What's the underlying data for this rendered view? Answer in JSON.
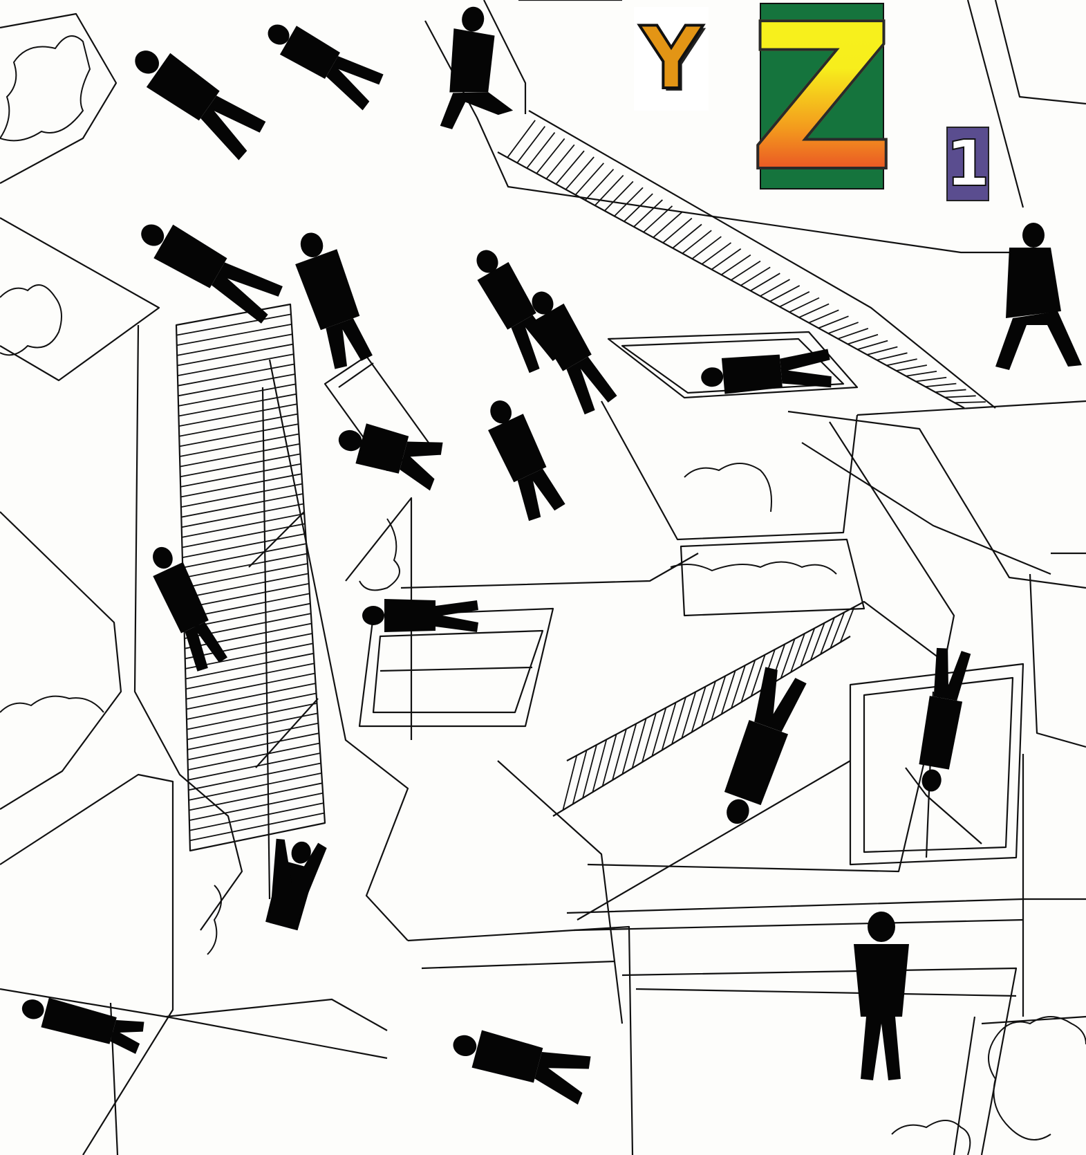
{
  "title_letters": {
    "letter_y": "Y",
    "letter_z": "Z",
    "number": "1"
  },
  "colors": {
    "background": "#fdfdfb",
    "linework": "#111111",
    "silhouettes": "#050505",
    "y_tile_fill": "#e39515",
    "z_tile_background": "#15743d",
    "z_gradient_top": "#f7f21b",
    "z_gradient_mid": "#f39a1d",
    "z_gradient_bottom": "#e3262b",
    "number_tile_background": "#5a4d8f"
  },
  "illustration": {
    "subject": "impossible-staircases-with-walking-silhouettes",
    "style": "black-and-white line drawing"
  }
}
